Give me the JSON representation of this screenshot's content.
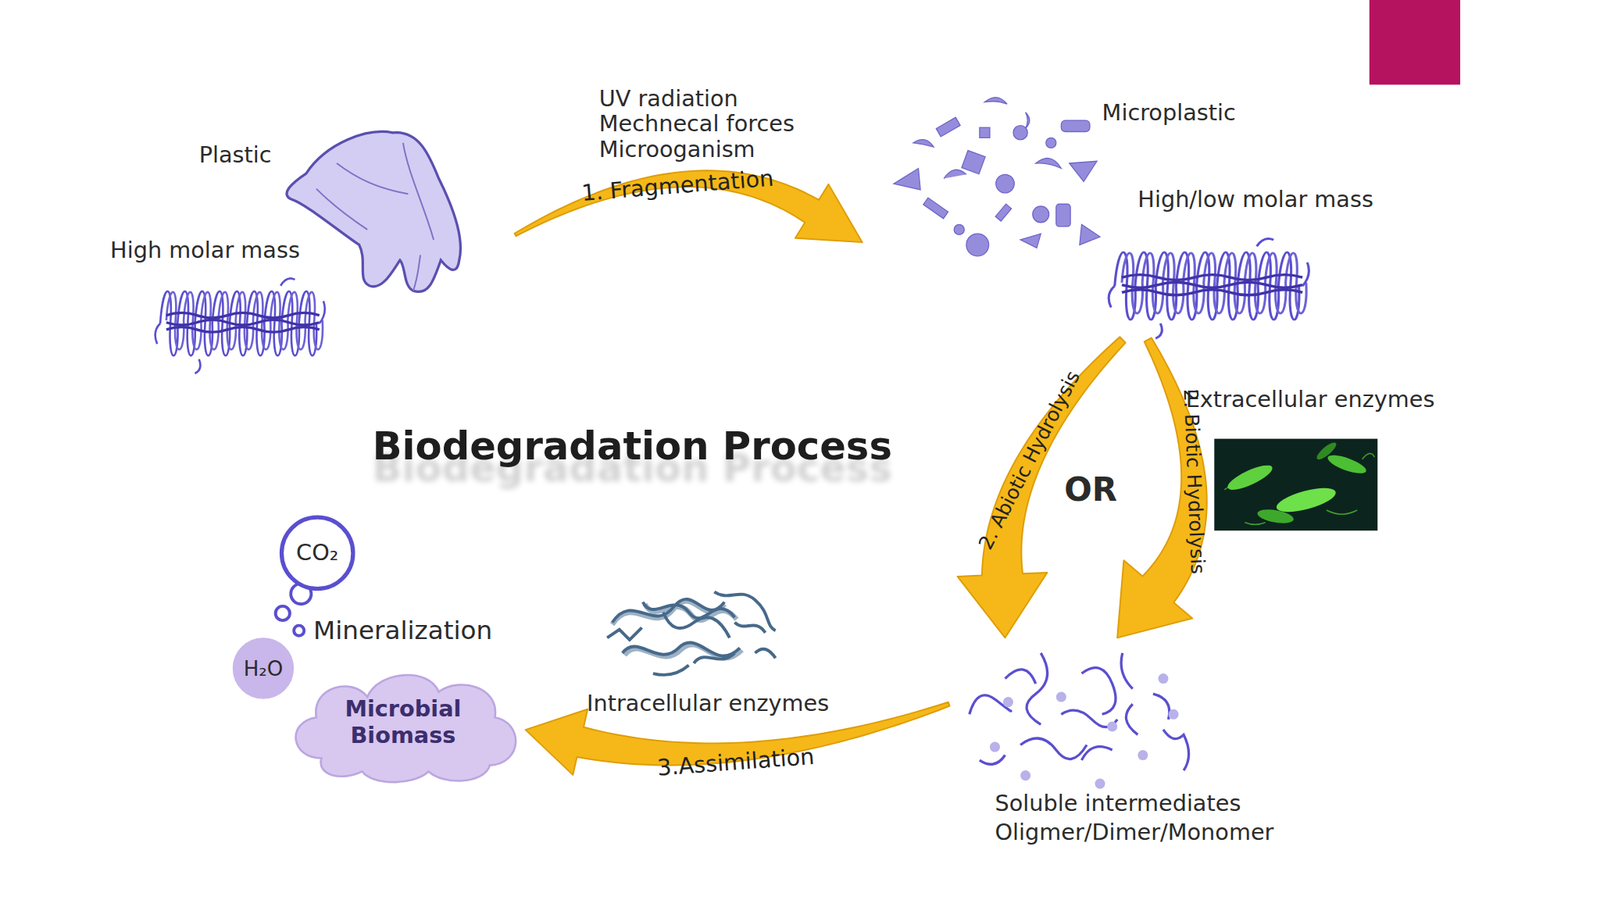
{
  "diagram": {
    "title": "Biodegradation Process",
    "nodes": [
      {
        "text": [
          "Plastic",
          "High molar mass"
        ]
      },
      {
        "text": [
          "Microplastic",
          "High/low molar mass"
        ]
      },
      {
        "text": [
          "CO₂"
        ]
      },
      {
        "text": [
          "H₂O"
        ]
      },
      {
        "text": [
          "Microbial Biomass"
        ]
      },
      {
        "text": [
          "Soluble intermediates",
          "Oligmer/Dimer/Monomer"
        ]
      }
    ],
    "edges": [
      {
        "from": 0,
        "to": 1,
        "label": "1. Fragmentation",
        "arrow": "to"
      },
      {
        "from": 1,
        "to": 5,
        "label": "2. Abiotic Hydrolysis",
        "arrow": "to"
      },
      {
        "from": 1,
        "to": 5,
        "label": "2. Biotic Hydrolysis",
        "arrow": "to"
      },
      {
        "from": 5,
        "to": 4,
        "label": "3.Assimilation",
        "arrow": "to"
      }
    ],
    "labels": [
      "UV radiation",
      "Mechnecal forces",
      "Microoganism",
      "Extracellular enzymes",
      "OR",
      "Intracellular enzymes",
      "Mineralization"
    ]
  }
}
